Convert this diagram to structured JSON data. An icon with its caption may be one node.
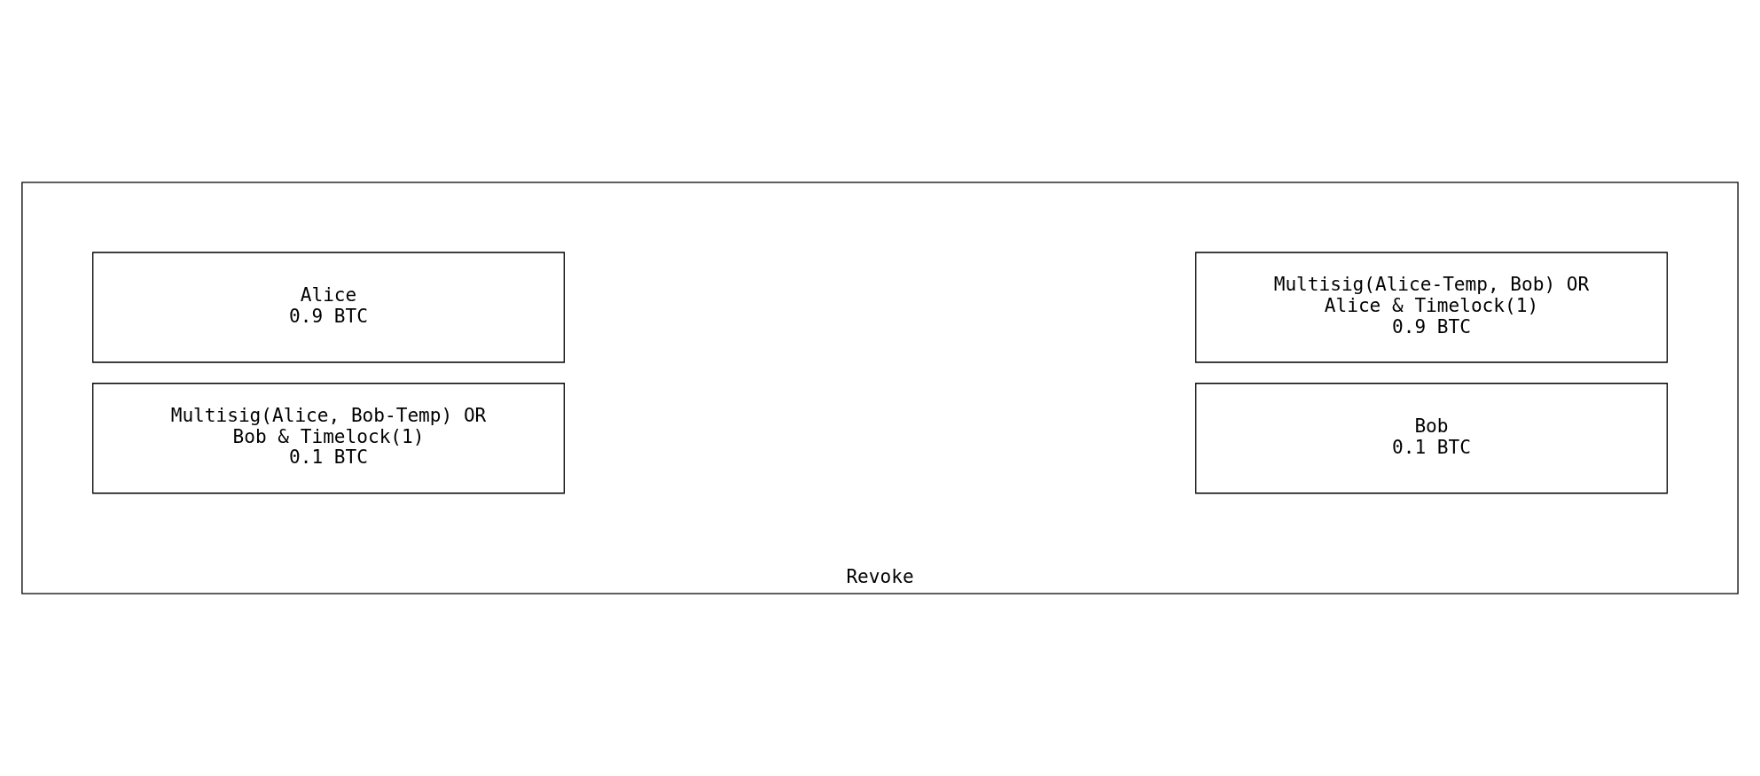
{
  "diagram": {
    "nodes": [
      {
        "text": [
          "Revoke"
        ]
      },
      {
        "text": [
          "Alice 0.9 BTC"
        ],
        "in": 0
      },
      {
        "text": [
          "Multisig(Alice-Temp, Bob) OR Alice & Timelock(1) 0.9 BTC"
        ],
        "in": 0
      },
      {
        "text": [
          "Multisig(Alice, Bob-Temp) OR Bob & Timelock(1) 0.1 BTC"
        ],
        "in": 0
      },
      {
        "text": [
          "Bob 0.1 BTC"
        ],
        "in": 0
      }
    ],
    "edges": []
  }
}
